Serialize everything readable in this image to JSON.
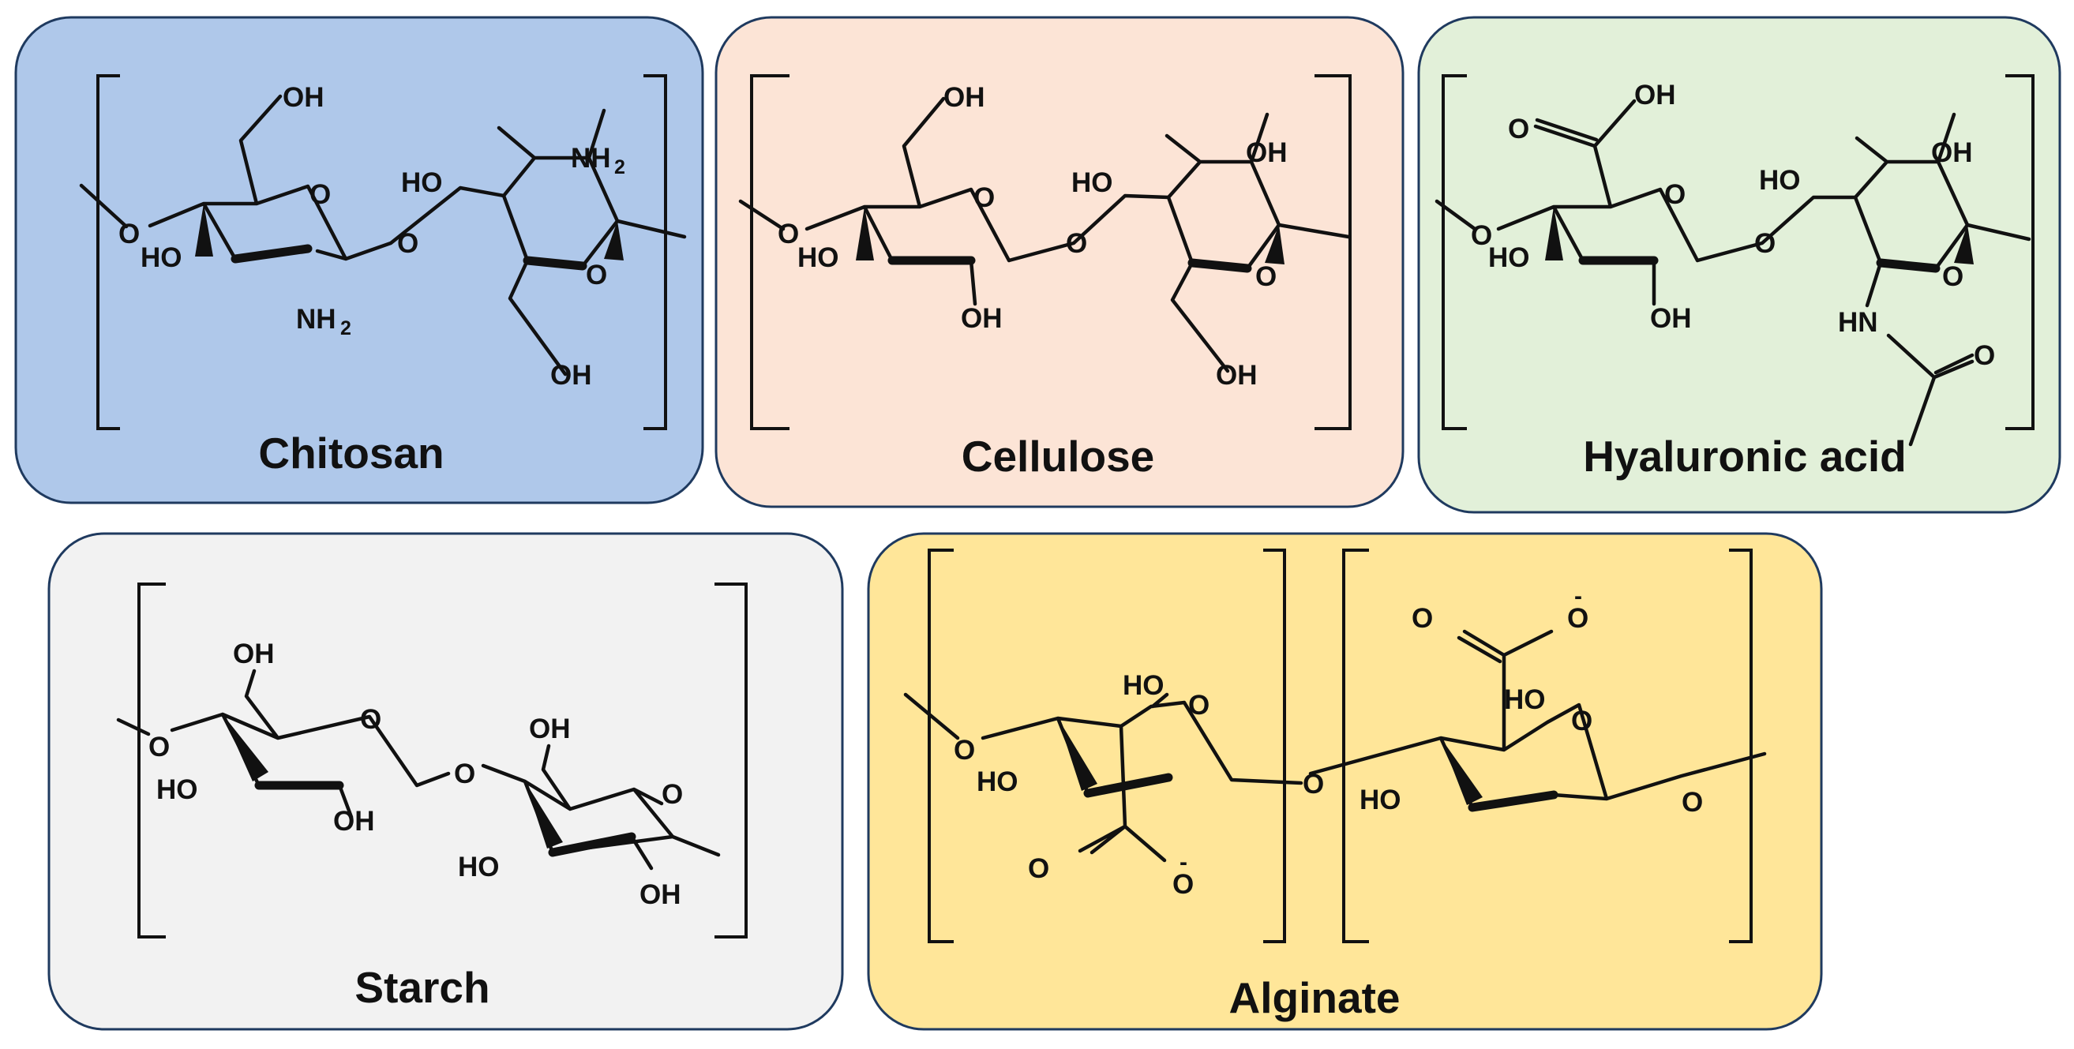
{
  "colors": {
    "chitosan": "#afc8ea",
    "cellulose": "#fce4d6",
    "hyaluronic_acid": "#e2f0d9",
    "starch": "#f2f2f2",
    "alginate": "#ffe699",
    "outline": "#1f3a5f"
  },
  "panels": {
    "chitosan": {
      "name": "Chitosan"
    },
    "cellulose": {
      "name": "Cellulose"
    },
    "hyaluronic_acid": {
      "name": "Hyaluronic acid"
    },
    "starch": {
      "name": "Starch"
    },
    "alginate": {
      "name": "Alginate"
    }
  },
  "atoms": {
    "oh": "OH",
    "ho": "HO",
    "o": "O",
    "nh": "NH",
    "hn": "HN",
    "sub2": "2",
    "minus": "-"
  }
}
